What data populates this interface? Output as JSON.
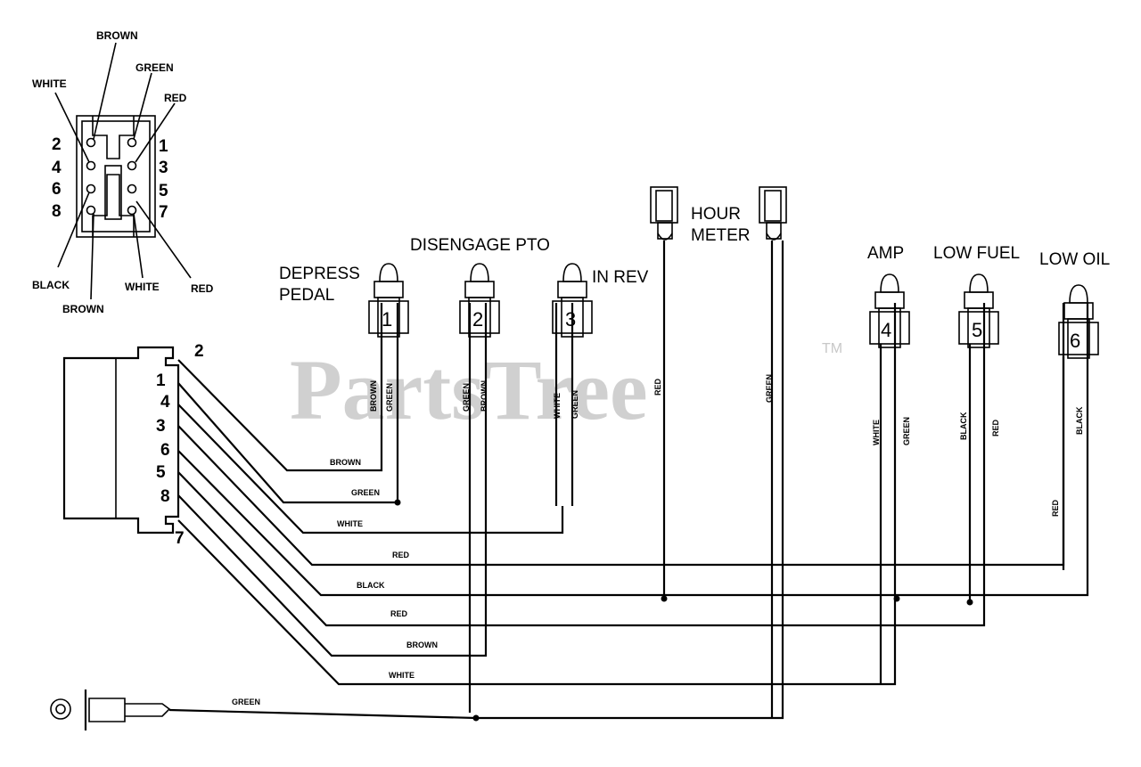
{
  "watermark": {
    "text": "PartsTree",
    "tm": "TM"
  },
  "switch_labels": {
    "brown_top": "BROWN",
    "green_top": "GREEN",
    "white_top": "WHITE",
    "red_top": "RED",
    "black_bottom": "BLACK",
    "white_bottom": "WHITE",
    "red_bottom": "RED",
    "brown_bottom": "BROWN"
  },
  "switch_pins": {
    "left": [
      "2",
      "4",
      "6",
      "8"
    ],
    "right": [
      "1",
      "3",
      "5",
      "7"
    ]
  },
  "connector_pins": [
    "2",
    "1",
    "4",
    "3",
    "6",
    "5",
    "8",
    "7"
  ],
  "lamp_labels": {
    "depress_line1": "DEPRESS",
    "depress_line2": "PEDAL",
    "disengage": "DISENGAGE PTO",
    "in_rev": "IN REV",
    "hour_line1": "HOUR",
    "hour_line2": "METER",
    "amp": "AMP",
    "low_fuel": "LOW FUEL",
    "low_oil": "LOW OIL"
  },
  "lamp_numbers": [
    "1",
    "2",
    "3",
    "4",
    "5",
    "6"
  ],
  "harness_wires": [
    "BROWN",
    "GREEN",
    "WHITE",
    "RED",
    "BLACK",
    "RED",
    "BROWN",
    "WHITE",
    "GREEN"
  ],
  "vertical_wire_labels": {
    "l1a": "BROWN",
    "l1b": "GREEN",
    "l2a": "GREEN",
    "l2b": "BROWN",
    "l3a": "WHITE",
    "l3b": "GREEN",
    "hm_left": "RED",
    "hm_right": "GREEN",
    "l4a": "WHITE",
    "l4b": "GREEN",
    "l5a": "BLACK",
    "l5b": "RED",
    "l6": "BLACK",
    "l6_red": "RED"
  }
}
